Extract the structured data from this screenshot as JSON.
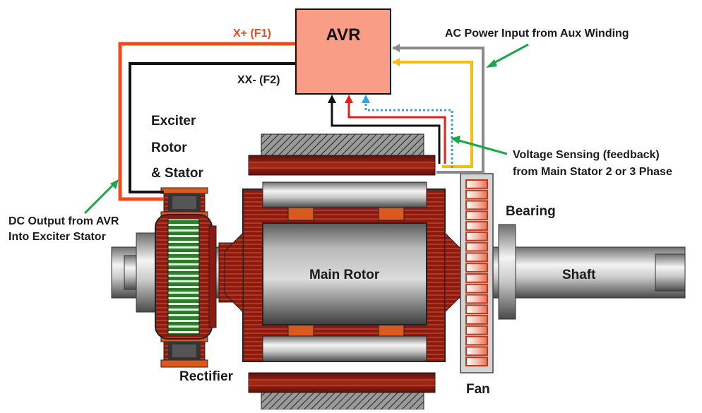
{
  "avr": {
    "label": "AVR"
  },
  "wires": {
    "f1_label": "X+ (F1)",
    "f2_label": "XX- (F2)"
  },
  "callouts": {
    "ac_power": "AC Power Input from Aux Winding",
    "voltage_sensing_line1": "Voltage Sensing (feedback)",
    "voltage_sensing_line2": "from Main Stator 2 or 3 Phase",
    "dc_output_line1": "DC Output from AVR",
    "dc_output_line2": "Into Exciter Stator"
  },
  "parts": {
    "exciter_line1": "Exciter",
    "exciter_line2": "Rotor",
    "exciter_line3": "& Stator",
    "main_rotor": "Main Rotor",
    "bearing": "Bearing",
    "shaft": "Shaft",
    "rectifier": "Rectifier",
    "fan": "Fan"
  },
  "colors": {
    "f1_wire": "#f04a1c",
    "f2_wire": "#111111",
    "ac_wire_gray": "#8a8a8a",
    "ac_wire_yellow": "#f7bd12",
    "sense_red": "#e8201c",
    "sense_blue": "#29a9e0",
    "arrow_green": "#18a84a",
    "avr_fill": "#fa9d87",
    "winding": "#8b1a10",
    "pole": "#d9591f"
  }
}
